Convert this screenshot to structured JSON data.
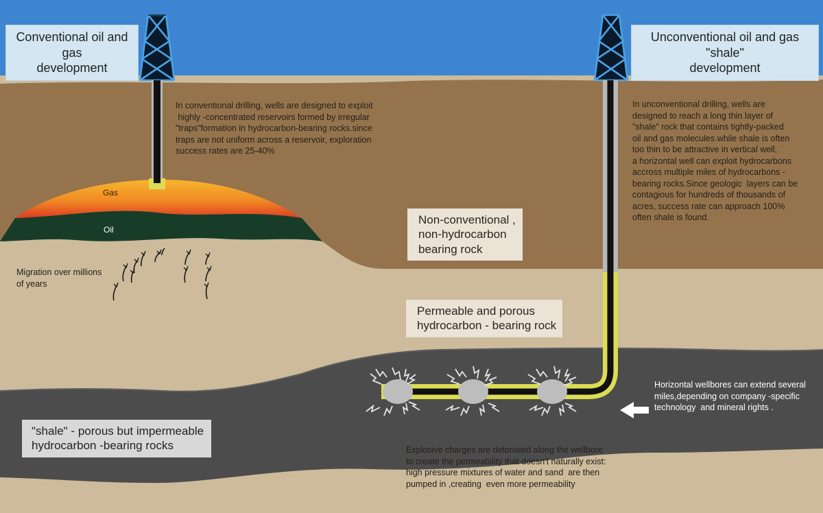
{
  "titles": {
    "conventional_line1": "Conventional oil and gas",
    "conventional_line2": "development",
    "unconventional_line1": "Unconventional oil and gas \"shale\"",
    "unconventional_line2": "development"
  },
  "labels": {
    "gas": "Gas",
    "oil": "Oil",
    "migration_line1": "Migration over millions",
    "migration_line2": "of years",
    "nonconv_line1": "Non-conventional ,",
    "nonconv_line2": "non-hydrocarbon",
    "nonconv_line3": "bearing rock",
    "permeable_line1": "Permeable and porous",
    "permeable_line2": "hydrocarbon - bearing rock",
    "shale_line1": "\"shale\" - porous but impermeable",
    "shale_line2": "hydrocarbon -bearing rocks"
  },
  "paragraphs": {
    "conventional": [
      "In conventional drilling, wells are designed to exploit",
      " highly -concentrated reservoirs formed by irregular",
      "\"traps\"formation in hydrocarbon-bearing rocks.since",
      "traps are not uniform across a reservoir, exploration",
      "success rates are 25-40%"
    ],
    "unconventional": [
      "In unconventional drilling, wells are",
      "designed to reach a long thin layer of",
      "\"shale\" rock that contains tightly-packed",
      "oil and gas molecules.while shale is often",
      "too thin to be attractive in vertical well,",
      "a horizontal well can exploit hydrocarbons",
      "accross multiple miles of hydrocarbons -",
      "bearing rocks.Since geologic  layers can be",
      "contagious for hundreds of thousands of",
      "acres, success rate can approach 100%",
      "often shale is found."
    ],
    "horizontal": [
      "Horizontal wellbores can extend several",
      "miles,depending on company -specific",
      "technology  and mineral rights ."
    ],
    "explosive": [
      "Explosive charges are detonated along the wellbore",
      "to create the permeability that doesn't naturally exist:",
      "high pressure mixtures of water and sand  are then",
      "pumped in ,creating  even more permeability"
    ]
  },
  "colors": {
    "sky": "#3d85d0",
    "brown_rock": "#95744d",
    "sand_rock": "#cdbb9c",
    "shale": "#4c4c4c",
    "gas_orange": "#f29a2a",
    "oil_green": "#173d29",
    "well_yellow": "#dcdc56"
  }
}
